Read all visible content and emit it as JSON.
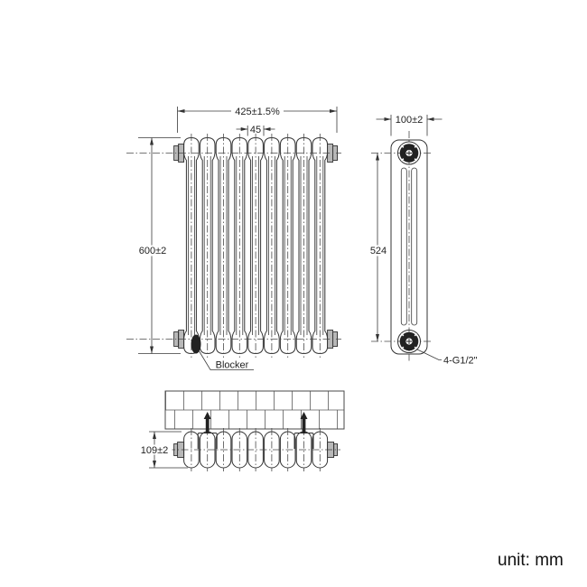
{
  "drawing": {
    "unit_label": "unit: mm",
    "front_view": {
      "width_dim": "425±1.5%",
      "pitch_dim": "45",
      "height_dim": "600±2",
      "blocker_label": "Blocker"
    },
    "side_view": {
      "width_dim": "100±2",
      "port_spacing_dim": "524",
      "thread_label": "4-G1/2\""
    },
    "installation_view": {
      "depth_dim": "109±2"
    },
    "colors": {
      "line": "#333333",
      "text": "#1f1f1f",
      "background": "#ffffff"
    }
  }
}
